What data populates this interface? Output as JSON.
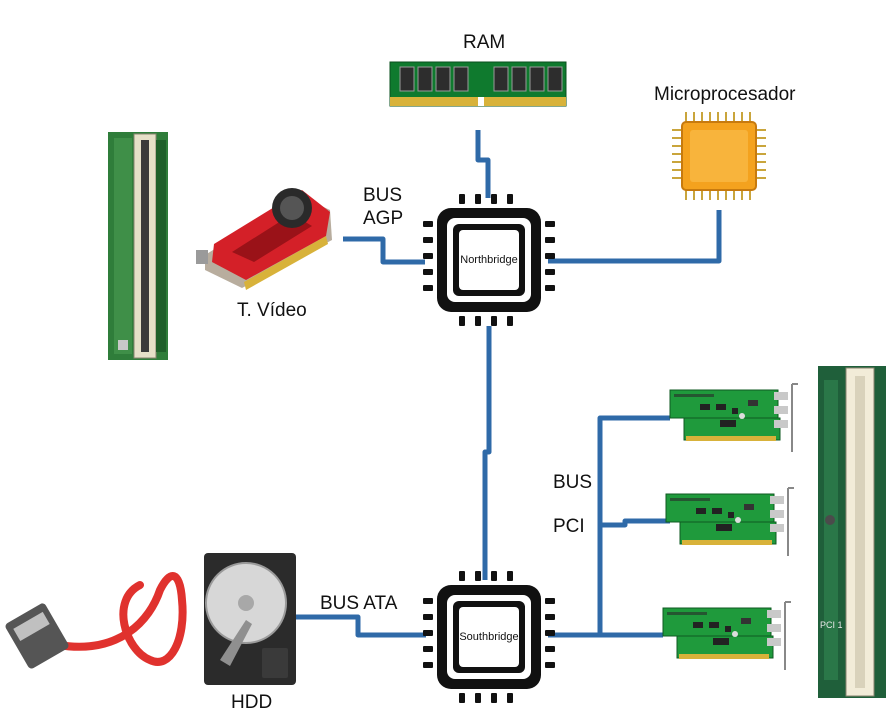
{
  "labels": {
    "ram": "RAM",
    "cpu": "Microprocesador",
    "bus_agp_line1": "BUS",
    "bus_agp_line2": "AGP",
    "video": "T. Vídeo",
    "northbridge": "Northbridge",
    "southbridge": "Southbridge",
    "bus_pci_line1": "BUS",
    "bus_pci_line2": "PCI",
    "bus_ata": "BUS ATA",
    "hdd": "HDD",
    "pci_slot_mark": "PCI 1"
  },
  "colors": {
    "bus_line": "#2f6aa8",
    "chip_body": "#111111",
    "cpu_body": "#f4a21e",
    "pcb_green": "#1f9a3c",
    "video_red": "#d42028",
    "sata_red": "#e0322e"
  },
  "icons": [
    "ram-module-icon",
    "cpu-chip-icon",
    "video-card-icon",
    "agp-slot-icon",
    "pci-card-icon",
    "pci-slot-icon",
    "hard-drive-icon",
    "sata-cable-icon",
    "northbridge-chip-icon",
    "southbridge-chip-icon"
  ]
}
